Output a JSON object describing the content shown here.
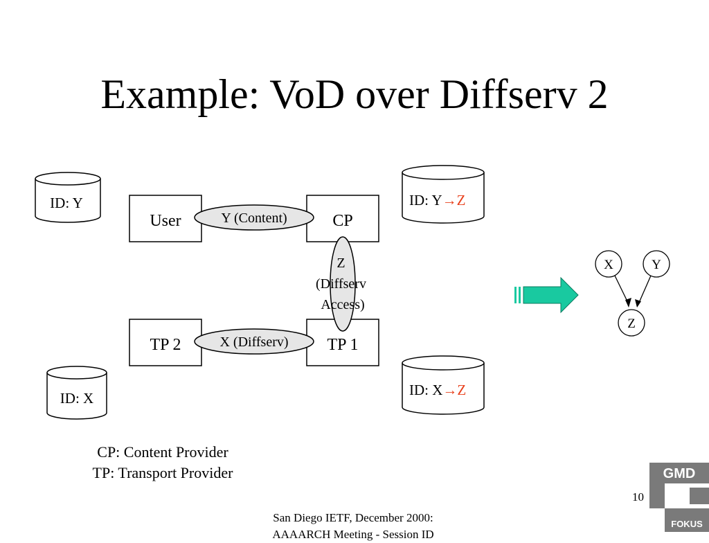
{
  "slide": {
    "title": "Example: VoD over Diffserv 2",
    "page_number": "10",
    "footer": [
      "San Diego IETF, December 2000:",
      "AAAARCH Meeting - Session ID"
    ]
  },
  "diagram": {
    "boxes": {
      "user": "User",
      "cp": "CP",
      "tp2": "TP 2",
      "tp1": "TP 1"
    },
    "links": {
      "content_link": "Y (Content)",
      "diffserv_link": "X (Diffserv)",
      "access_link": [
        "Z",
        "(Diffserv",
        "Access)"
      ]
    },
    "databases": {
      "user_db": {
        "text": "ID: Y"
      },
      "cp_db": {
        "text": "ID: Y",
        "arrow": "→",
        "target": "Z"
      },
      "tp2_db": {
        "text": "ID: X"
      },
      "tp1_db": {
        "text": "ID: X",
        "arrow": "→",
        "target": "Z"
      }
    },
    "tree": {
      "x": "X",
      "y": "Y",
      "z": "Z"
    }
  },
  "legend": [
    "CP: Content Provider",
    "TP: Transport Provider"
  ],
  "logo": {
    "top": "GMD",
    "bottom": "FOKUS"
  },
  "colors": {
    "accent_red": "#e8401c",
    "arrow_green": "#19c9a0",
    "oval_fill": "#e6e6e6",
    "logo_gray": "#7a7a7a"
  }
}
